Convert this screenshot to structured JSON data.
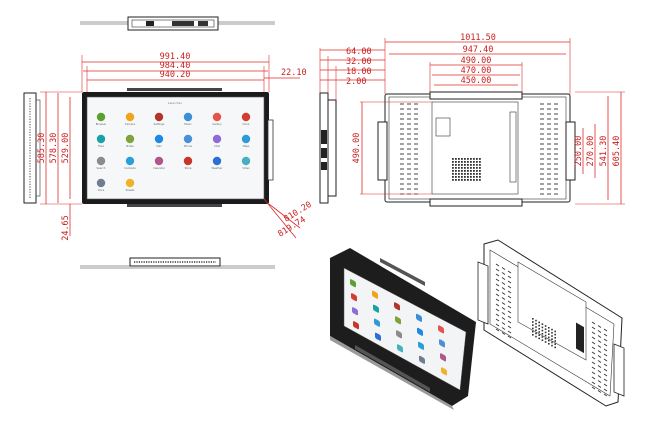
{
  "diagram": {
    "front_view": {
      "width_labels": [
        "991.40",
        "984.40",
        "940.20"
      ],
      "side_offset": "22.10",
      "height_labels": [
        "585.30",
        "578.30",
        "529.00"
      ],
      "bottom_offset": "24.65",
      "diagonal_labels": [
        "810.20",
        "819.74"
      ],
      "screen_title": "Launcher",
      "apps": [
        "Browser",
        "Camera",
        "Settings",
        "Music",
        "Gallery",
        "Clock",
        "Files",
        "Notes",
        "Mail",
        "Phone",
        "Chat",
        "Maps",
        "Search",
        "Contacts",
        "Calendar",
        "Store",
        "Weather",
        "Video",
        "Docs",
        "Sheets"
      ]
    },
    "back_view": {
      "top_labels": [
        "1011.50",
        "947.40",
        "490.00",
        "470.00",
        "450.00"
      ],
      "side_labels_left": [
        "64.00",
        "32.00",
        "18.00",
        "2.00"
      ],
      "height_left": "490.00",
      "height_right": [
        "250.00",
        "270.00",
        "541.30",
        "605.40"
      ]
    },
    "colors": {
      "dimension": "#e02a2a",
      "outline": "#222222",
      "bezel": "#1b1b1b"
    },
    "app_colors": [
      "#5aa12f",
      "#f2a31b",
      "#b3342b",
      "#3b8ed8",
      "#e5534b",
      "#d63b2f",
      "#17a2a5",
      "#7fa33a",
      "#1e88e5",
      "#4a90d9",
      "#8e6bd8",
      "#2f9ad6",
      "#8b8b8b",
      "#2aa0d8",
      "#b0568a",
      "#c7352b",
      "#2b6fd6",
      "#46b0c2",
      "#6f7e8f",
      "#f0b22a"
    ]
  }
}
